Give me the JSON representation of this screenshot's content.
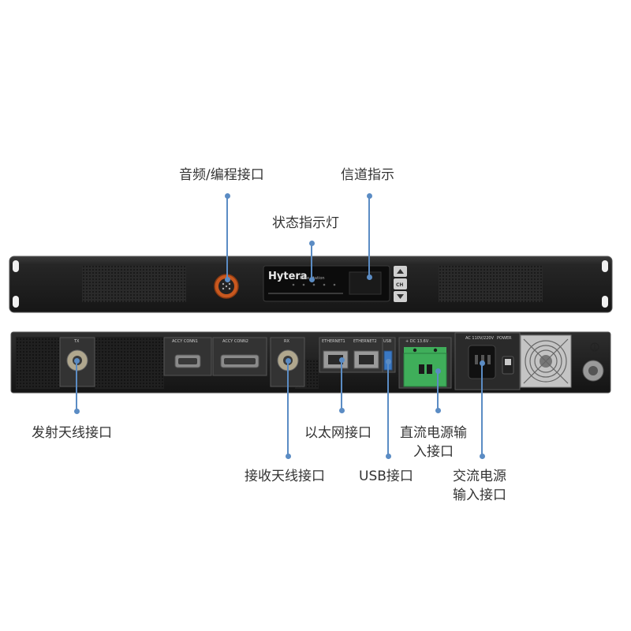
{
  "front_panel": {
    "brand": "Hytera",
    "brand_sub": "Base Station",
    "ch_button": "CH"
  },
  "rear_panel": {
    "tx_label": "TX",
    "accy1_label": "ACCY CONN1",
    "accy2_label": "ACCY CONN2",
    "rx_label": "RX",
    "eth1_label": "ETHERNET1",
    "eth2_label": "ETHERNET2",
    "usb_label": "USB",
    "dc_label": "+ DC 13.6V -",
    "ac_label": "AC 110V/220V",
    "power_label": "POWER"
  },
  "callouts": {
    "audio_prog": "音频/编程接口",
    "channel": "信道指示",
    "status": "状态指示灯",
    "tx_antenna": "发射天线接口",
    "ethernet": "以太网接口",
    "dc_line1": "直流电源输",
    "dc_line2": "入接口",
    "rx_antenna": "接收天线接口",
    "usb": "USB接口",
    "ac_line1": "交流电源",
    "ac_line2": "输入接口"
  },
  "colors": {
    "leader": "#5b8cc4",
    "chassis": "#1e1e1e",
    "terminal_green": "#3fae5a"
  }
}
